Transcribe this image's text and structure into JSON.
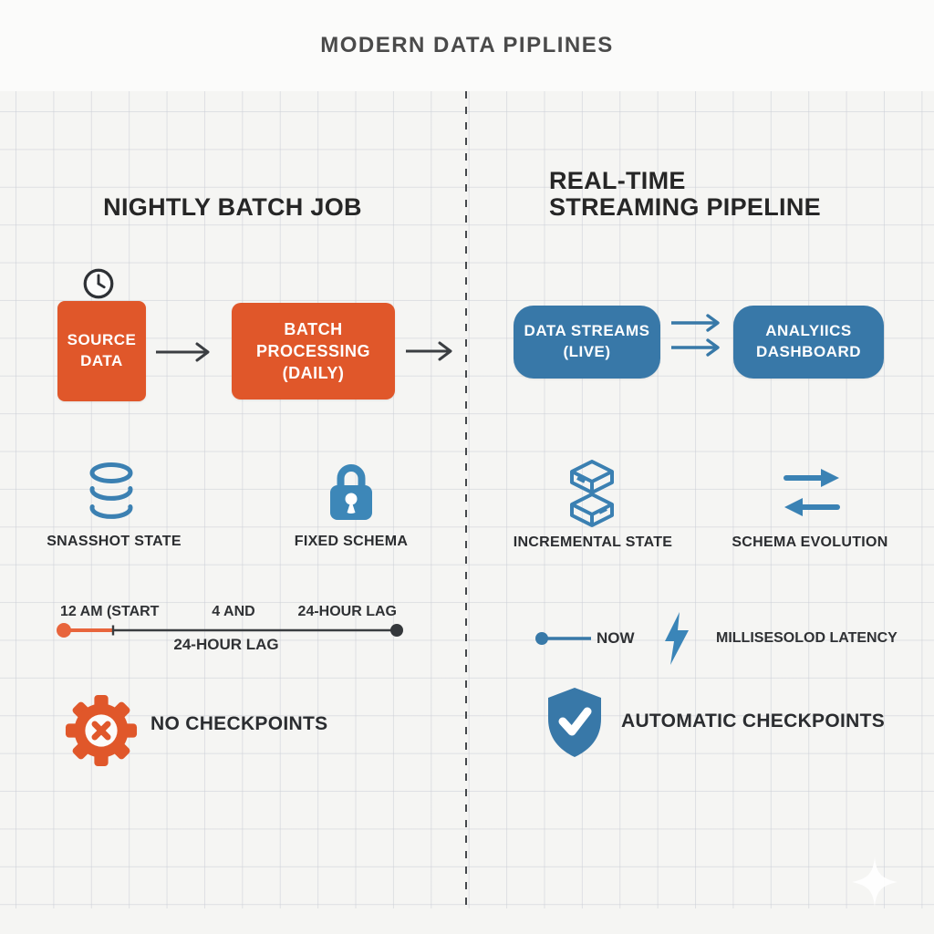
{
  "title": "MODERN DATA PIPLINES",
  "colors": {
    "orange": "#E0572A",
    "blue": "#3878A8",
    "icon_blue": "#3B84B5",
    "ink": "#2E2E2E",
    "timeline_orange": "#E8653C",
    "timeline_dark": "#3A3D40"
  },
  "left": {
    "heading": "NIGHTLY BATCH JOB",
    "source_box": {
      "line1": "SOURCE",
      "line2": "DATA"
    },
    "batch_box": {
      "line1": "BATCH",
      "line2": "PROCESSING",
      "line3": "(DAILY)"
    },
    "snapshot_label": "SNASSHOT STATE",
    "fixed_schema_label": "FIXED SCHEMA",
    "timeline": {
      "start_label": "12 AM (START",
      "mid_label": "4 AND",
      "end_label": "24-HOUR LAG",
      "below_label": "24-HOUR LAG"
    },
    "checkpoints_label": "NO CHECKPOINTS"
  },
  "right": {
    "heading_line1": "REAL-TIME",
    "heading_line2": "STREAMING PIPELINE",
    "streams_box": {
      "line1": "DATA STREAMS",
      "line2": "(LIVE)"
    },
    "dashboard_box": {
      "line1": "ANALYIICS",
      "line2": "DASHBOARD"
    },
    "incremental_label": "INCREMENTAL STATE",
    "schema_evolution_label": "SCHEMA EVOLUTION",
    "now_label": "NOW",
    "latency_label": "MILLISESOLOD LATENCY",
    "checkpoints_label": "AUTOMATIC CHECKPOINTS"
  },
  "icons": [
    "clock-icon",
    "database-icon",
    "lock-icon",
    "stacked-boxes-icon",
    "sync-arrows-icon",
    "lightning-icon",
    "gear-x-icon",
    "shield-check-icon",
    "sparkle-icon",
    "flow-arrow-icon"
  ]
}
